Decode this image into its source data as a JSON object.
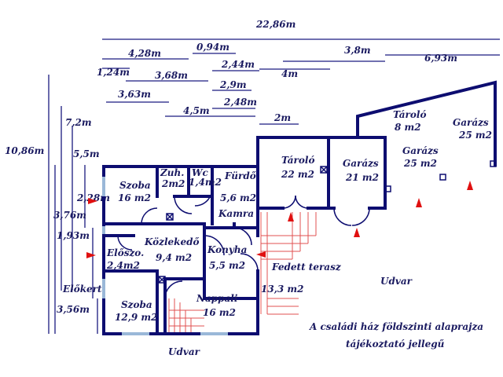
{
  "dimensions": {
    "top": [
      "22,86m",
      "4,28m",
      "0,94m",
      "3,8m",
      "6,93m",
      "2,44m",
      "1,24m",
      "3,68m",
      "4m",
      "2,9m",
      "3,63m",
      "2,48m",
      "4,5m",
      "2m"
    ],
    "left": [
      "10,86m",
      "7,2m",
      "5,5m",
      "2,28m",
      "3,76m",
      "1,93m",
      "3,56m"
    ]
  },
  "rooms": [
    {
      "name": "Szoba",
      "area": "16 m2"
    },
    {
      "name": "Zuh.",
      "area": "2m2"
    },
    {
      "name": "Wc",
      "area": "1,4m2"
    },
    {
      "name": "Fürdő",
      "area": "5,6 m2"
    },
    {
      "name": "Kamra",
      "area": ""
    },
    {
      "name": "Közlekedő",
      "area": "9,4 m2"
    },
    {
      "name": "Konyha",
      "area": "5,5 m2"
    },
    {
      "name": "Előszo.",
      "area": "2,4m2"
    },
    {
      "name": "Szoba",
      "area": "12,9 m2"
    },
    {
      "name": "Nappali",
      "area": "16 m2"
    },
    {
      "name": "Tároló",
      "area": "22 m2"
    },
    {
      "name": "Garázs",
      "area": "21 m2"
    },
    {
      "name": "Fedett terasz",
      "area": "13,3 m2"
    },
    {
      "name": "Tároló",
      "area": "8 m2"
    },
    {
      "name": "Garázs",
      "area": "25 m2"
    },
    {
      "name": "Garázs",
      "area": "25 m2"
    }
  ],
  "outdoor": {
    "elokert": "Előkert",
    "udvar_right": "Udvar",
    "udvar_bottom": "Udvar"
  },
  "caption": {
    "line1": "A családi ház földszinti alaprajza",
    "line2": "tájékoztató jellegű"
  },
  "colors": {
    "wall": "#0d0d70",
    "text": "#1a1a60",
    "window": "#9ab8d8",
    "stairs": "#e05050",
    "arrow": "#e01010"
  }
}
